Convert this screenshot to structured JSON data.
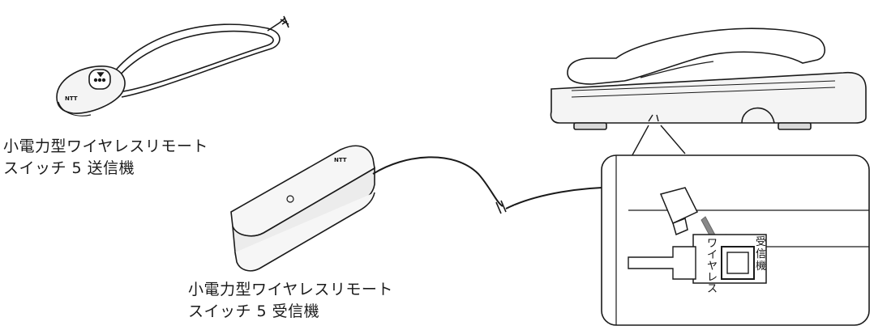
{
  "labels": {
    "transmitter": {
      "line1": "小電力型ワイヤレスリモート",
      "line2": "スイッチ 5 送信機"
    },
    "receiver": {
      "line1": "小電力型ワイヤレスリモート",
      "line2": "スイッチ 5 受信機"
    }
  },
  "jack_labels": {
    "receiver_chars": [
      "受",
      "信",
      "機"
    ],
    "wireless_chars": [
      "ワ",
      "イ",
      "ヤ",
      "レ",
      "ス"
    ]
  },
  "logo_text": "NTT",
  "colors": {
    "line": "#1a1a1a",
    "arrow": "#888888",
    "background": "#ffffff"
  }
}
